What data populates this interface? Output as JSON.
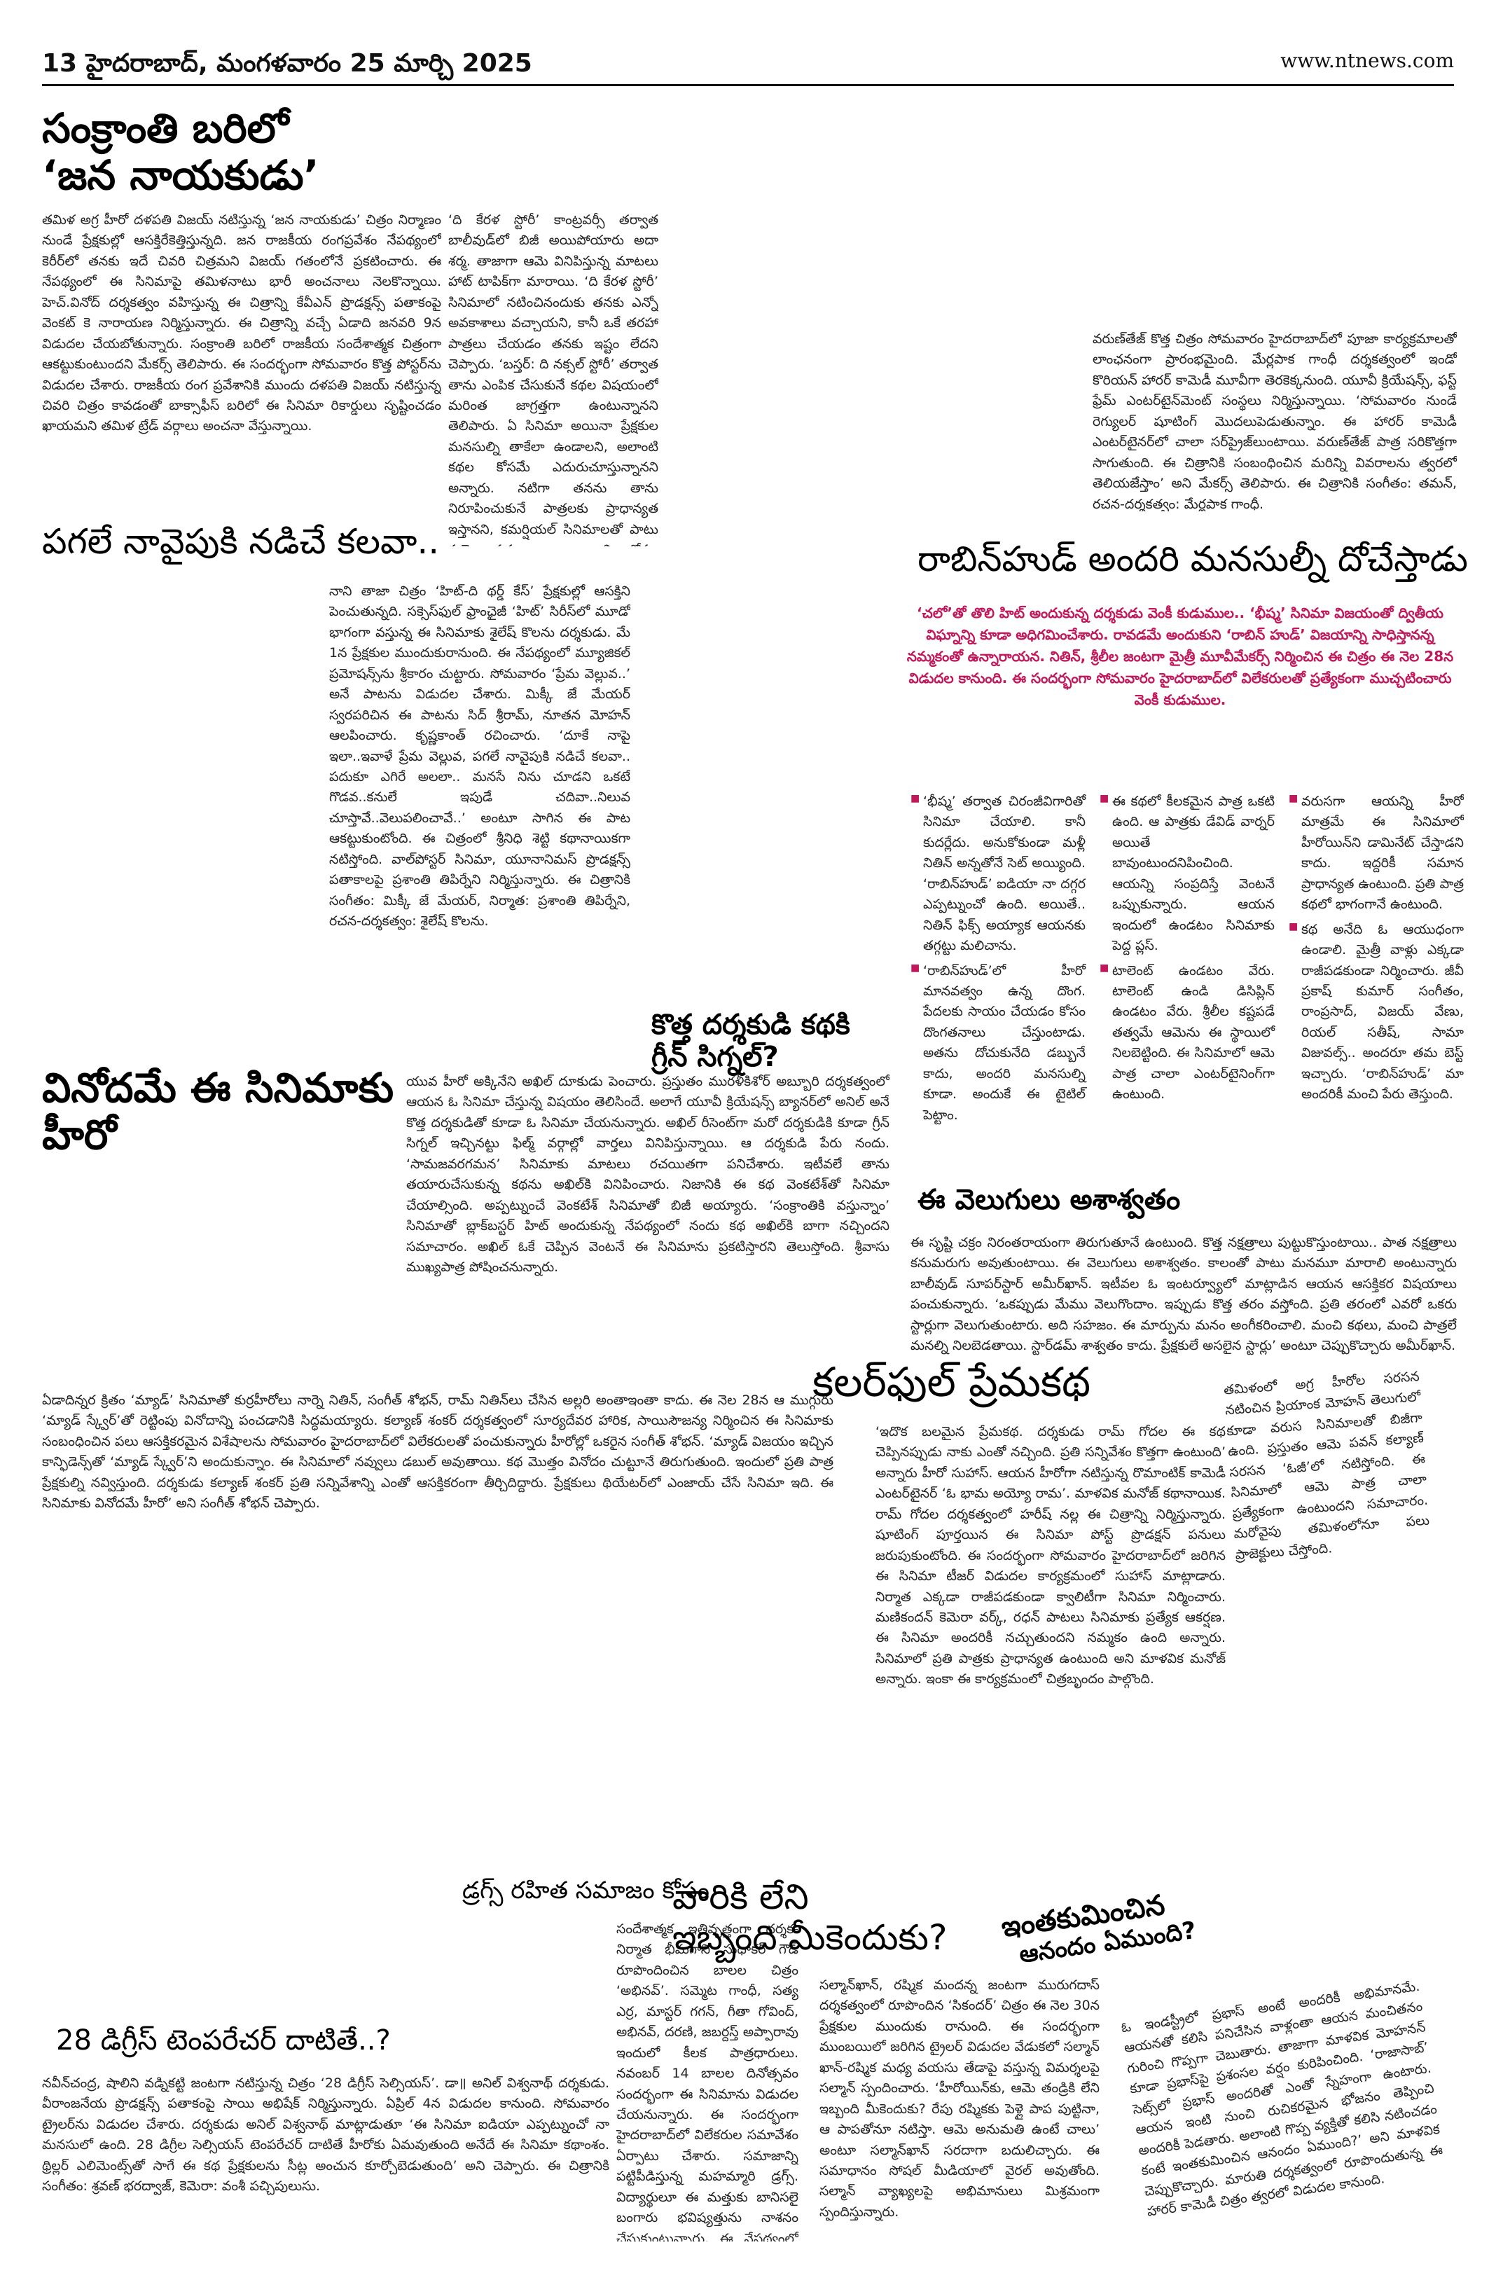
{
  "header": {
    "page_info": "13  హైదరాబాద్, మంగళవారం 25 మార్చి 2025",
    "website": "www.ntnews.com"
  },
  "articles": {
    "sankranti": {
      "headline_line1": "సంక్రాంతి బరిలో",
      "headline_line2": "‘జన నాయకుడు’",
      "body": "తమిళ అగ్ర హీరో దళపతి విజయ్ నటిస్తున్న ‘జన నాయకుడు’ చిత్రం నిర్మాణం నుండే ప్రేక్షకుల్లో ఆసక్తిరేకెత్తిస్తున్నది. జన రాజకీయ రంగప్రవేశం నేపథ్యంలో కెరీర్‌లో తనకు ఇదే చివరి చిత్రమని విజయ్ గతంలోనే ప్రకటించారు. ఈ నేపథ్యంలో ఈ సినిమాపై తమిళనాటు భారీ అంచనాలు నెలకొన్నాయి. హెచ్.వినోద్ దర్శకత్వం వహిస్తున్న ఈ చిత్రాన్ని కేవీఎన్ ప్రొడక్షన్స్ పతాకంపై వెంకట్ కె నారాయణ నిర్మిస్తున్నారు. ఈ చిత్రాన్ని వచ్చే ఏడాది జనవరి 9న విడుదల చేయబోతున్నారు. సంక్రాంతి బరిలో రాజకీయ సందేశాత్మక చిత్రంగా ఆకట్టుకుంటుందని మేకర్స్ తెలిపారు. ఈ సందర్భంగా సోమవారం కొత్త పోస్టర్‌ను విడుదల చేశారు. రాజకీయ రంగ ప్రవేశానికి ముందు దళపతి విజయ్ నటిస్తున్న చివరి చిత్రం కావడంతో బాక్సాఫీస్ బరిలో ఈ సినిమా రికార్డులు సృష్టించడం ఖాయమని తమిళ ట్రేడ్ వర్గాలు అంచనా వేస్తున్నాయి."
    },
    "kerala_story": {
      "body": "‘ది కేరళ స్టోరీ’ కాంట్రవర్సీ తర్వాత బాలీవుడ్‌లో బిజీ అయిపోయారు అదా శర్మ. తాజాగా ఆమె వినిపిస్తున్న మాటలు హాట్ టాపిక్‌గా మారాయి. ‘ది కేరళ స్టోరీ’ సినిమాలో నటించినందుకు తనకు ఎన్నో అవకాశాలు వచ్చాయని, కానీ ఒకే తరహా పాత్రలు చేయడం తనకు ఇష్టం లేదని చెప్పారు. ‘బస్తర్: ది నక్సల్ స్టోరీ’ తర్వాత తాను ఎంపిక చేసుకునే కథల విషయంలో మరింత జాగ్రత్తగా ఉంటున్నానని తెలిపారు. ఏ సినిమా అయినా ప్రేక్షకుల మనసుల్ని తాకేలా ఉండాలని, అలాంటి కథల కోసమే ఎదురుచూస్తున్నానని అన్నారు. నటిగా తనను తాను నిరూపించుకునే పాత్రలకు ప్రాధాన్యత ఇస్తానని, కమర్షియల్ సినిమాలతో పాటు ప్రయోగాత్మక చిత్రాల్లోనూ నటించాలనుకుంటున్నానని ఆమె చెప్పారు. ఒక సినిమా హిట్ అయ్యిందని అదే తరహా పాత్రలు చేస్తూ పోతే ప్రేక్షకులకు బోర్ కొడుతుందని, కొత్తదనం కోసం ఎప్పుడూ ప్రయత్నిస్తూనే ఉంటానని స్పష్టం చేశారు."
    },
    "horror": {
      "body": "వరుణ్‌తేజ్ కొత్త చిత్రం సోమవారం హైదరాబాద్‌లో పూజా కార్యక్రమాలతో లాంఛనంగా ప్రారంభమైంది. మేర్లపాక గాంధీ దర్శకత్వంలో ఇండో కొరియన్ హారర్ కామెడీ మూవీగా తెరకెక్కనుంది. యూవీ క్రియేషన్స్, ఫస్ట్ ఫ్రేమ్ ఎంటర్‌టైన్‌మెంట్ సంస్థలు నిర్మిస్తున్నాయి. ‘సోమవారం నుండే రెగ్యులర్ షూటింగ్ మొదలుపెడుతున్నాం. ఈ హారర్ కామెడీ ఎంటర్‌టైనర్‌లో చాలా సర్‌ప్రైజ్‌లుంటాయి. వరుణ్‌తేజ్ పాత్ర సరికొత్తగా సాగుతుంది. ఈ చిత్రానికి సంబంధించిన మరిన్ని వివరాలను త్వరలో తెలియజేస్తాం’ అని మేకర్స్ తెలిపారు. ఈ చిత్రానికి సంగీతం: తమన్, రచన-దర్శకత్వం: మేర్లపాక గాంధీ."
    },
    "pagale": {
      "headline": "పగలే నావైపుకి నడిచే కలవా..",
      "body": "నాని తాజా చిత్రం ‘హిట్-ది థర్డ్ కేస్’ ప్రేక్షకుల్లో ఆసక్తిని పెంచుతున్నది. సక్సెస్‌ఫుల్ ఫ్రాంఛైజీ ‘హిట్’ సిరీస్‌లో మూడో భాగంగా వస్తున్న ఈ సినిమాకు శైలేష్ కొలను దర్శకుడు. మే 1న ప్రేక్షకుల ముందుకురానుంది. ఈ నేపథ్యంలో మ్యూజికల్ ప్రమోషన్స్‌ను శ్రీకారం చుట్టారు. సోమవారం ‘ప్రేమ వెల్లువ..’ అనే పాటను విడుదల చేశారు. మిక్కీ జే మేయర్ స్వరపరిచిన ఈ పాటను సిద్ శ్రీరామ్, నూతన మోహన్ ఆలపించారు. కృష్ణకాంత్ రచించారు. ‘దూకే నాపై ఇలా..ఇవాళే ప్రేమ వెల్లువ, పగలే నావైపుకి నడిచే కలవా.. పదుకూ ఎగిరే అలలా.. మనసే నిను చూడని ఒకటే గొడవ..కనులే ఇపుడే చదివా..నిలువ చూస్తావే..వెలుపలించావే..’ అంటూ సాగిన ఈ పాట ఆకట్టుకుంటోంది. ఈ చిత్రంలో శ్రీనిధి శెట్టి కథానాయికగా నటిస్తోంది. వాల్‌పోస్టర్ సినిమా, యూనానిమస్ ప్రొడక్షన్స్ పతాకాలపై ప్రశాంతి తిపిర్నేని నిర్మిస్తున్నారు. ఈ చిత్రానికి సంగీతం: మిక్కీ జే మేయర్, నిర్మాత: ప్రశాంతి తిపిర్నేని, రచన-దర్శకత్వం: శైలేష్ కొలను."
    },
    "robinhood": {
      "headline": "రాబిన్‌హుడ్ అందరి మనసుల్నీ దోచేస్తాడు",
      "intro": "‘చలో’తో తొలి హిట్ అందుకున్న దర్శకుడు వెంకీ కుడుముల.. ‘భీష్మ’ సినిమా విజయంతో ద్వితీయ విఘ్నాన్ని కూడా అధిగమించేశారు. రావడమే అందుకుని ‘రాబిన్ హుడ్’ విజయాన్ని సాధిస్తానన్న నమ్మకంతో ఉన్నారాయన. నితిన్, శ్రీలీల జంటగా మైత్రీ మూవీమేకర్స్ నిర్మించిన ఈ చిత్రం ఈ నెల 28న విడుదల కానుంది. ఈ సందర్భంగా సోమవారం హైదరాబాద్‌లో విలేకరులతో ప్రత్యేకంగా ముచ్చటించారు వెంకీ కుడుముల.",
      "points": [
        "‘భీష్మ’ తర్వాత చిరంజీవిగారితో సినిమా చేయాలి. కానీ కుదర్లేదు. అనుకోకుండా మళ్లీ నితిన్ అన్నతోనే సెట్ అయ్యింది. ‘రాబిన్‌హుడ్’ ఐడియా నా దగ్గర ఎప్పట్నుంచో ఉంది. అయితే.. నితిన్ ఫిక్స్ అయ్యాక ఆయనకు తగ్గట్టు మలిచాను.",
        "‘రాబిన్‌హుడ్’లో హీరో మానవత్వం ఉన్న దొంగ. పేదలకు సాయం చేయడం కోసం దొంగతనాలు చేస్తుంటాడు. అతను దోచుకునేది డబ్బునే కాదు, అందరి మనసుల్ని కూడా. అందుకే ఈ టైటిల్ పెట్టాం.",
        "ఈ కథలో కీలకమైన పాత్ర ఒకటి ఉంది. ఆ పాత్రకు డేవిడ్ వార్నర్ అయితే బావుంటుందనిపించింది. ఆయన్ని సంప్రదిస్తే వెంటనే ఒప్పుకున్నారు. ఆయన ఇందులో ఉండటం సినిమాకు పెద్ద ప్లస్.",
        "టాలెంట్ ఉండటం వేరు. టాలెంట్ ఉండి డిసిప్లిన్ ఉండటం వేరు. శ్రీలీల కష్టపడే తత్వమే ఆమెను ఈ స్థాయిలో నిలబెట్టింది. ఈ సినిమాలో ఆమె పాత్ర చాలా ఎంటర్‌టైనింగ్‌గా ఉంటుంది.",
        "వరుసగా ఆయన్ని హీరో మాత్రమే ఈ సినిమాలో హీరోయిన్‌ని డామినేట్ చేస్తాడని కాదు. ఇద్దరికీ సమాన ప్రాధాన్యత ఉంటుంది. ప్రతి పాత్ర కథలో భాగంగానే ఉంటుంది.",
        "కథ అనేది ఓ ఆయుధంగా ఉండాలి. మైత్రీ వాళ్లు ఎక్కడా రాజీపడకుండా నిర్మించారు. జీవీ ప్రకాష్ కుమార్ సంగీతం, రాంప్రసాద్, విజయ్ వేణు, రియల్ సతీష్, సామా విజువల్స్.. అందరూ తమ బెస్ట్ ఇచ్చారు. ‘రాబిన్‌హుడ్’ మా అందరికీ మంచి పేరు తెస్తుంది."
      ]
    },
    "kottha": {
      "headline_line1": "కొత్త దర్శకుడి కథకి",
      "headline_line2": "గ్రీన్ సిగ్నల్?",
      "body": "యువ హీరో అక్కినేని అఖిల్ దూకుడు పెంచారు. ప్రస్తుతం మురళీకిశోర్ అబ్బూరి దర్శకత్వంలో ఆయన ఓ సినిమా చేస్తున్న విషయం తెలిసిందే. అలాగే యూవీ క్రియేషన్స్ బ్యానర్‌లో అనిల్ అనే కొత్త దర్శకుడితో కూడా ఓ సినిమా చేయనున్నారు. అఖిల్ రీసెంట్‌గా మరో దర్శకుడికి కూడా గ్రీన్ సిగ్నల్ ఇచ్చినట్టు ఫిల్మ్ వర్గాల్లో వార్తలు వినిపిస్తున్నాయి. ఆ దర్శకుడి పేరు నందు. ‘సామజవరగమన’ సినిమాకు మాటలు రచయితగా పనిచేశారు. ఇటీవలే తాను తయారుచేసుకున్న కథను అఖిల్‌కి వినిపించారు. నిజానికి ఈ కథ వెంకటేశ్‌తో సినిమా చేయాల్సింది. అప్పట్నుంచే వెంకటేశ్ సినిమాతో బిజీ అయ్యారు. ‘సంక్రాంతికి వస్తున్నాం’ సినిమాతో బ్లాక్‌బస్టర్ హిట్ అందుకున్న నేపథ్యంలో నందు కథ అఖిల్‌కి బాగా నచ్చిందని సమాచారం. అఖిల్ ఓకే చెప్పిన వెంటనే ఈ సినిమాను ప్రకటిస్తారని తెలుస్తోంది. శ్రీవాసు ముఖ్యపాత్ర పోషించనున్నారు."
    },
    "vinodame": {
      "headline": "వినోదమే ఈ సినిమాకు హీరో",
      "body": "ఏడాదిన్నర క్రితం ‘మ్యాడ్’ సినిమాతో కుర్రహీరోలు నార్నె నితిన్, సంగీత్ శోభన్, రామ్ నితిన్‌లు చేసిన అల్లరి అంతాఇంతా కాదు. ఈ నెల 28న ఆ ముగ్గురు ‘మ్యాడ్ స్క్వేర్’తో రెట్టింపు వినోదాన్ని పంచడానికి సిద్ధమయ్యారు. కల్యాణ్ శంకర్ దర్శకత్వంలో సూర్యదేవర హారిక, సాయిసౌజన్య నిర్మించిన ఈ సినిమాకు సంబంధించిన పలు ఆసక్తికరమైన విశేషాలను సోమవారం హైదరాబాద్‌లో విలేకరులతో పంచుకున్నారు హీరోల్లో ఒకరైన సంగీత్ శోభన్. ‘మ్యాడ్ విజయం ఇచ్చిన కాన్ఫిడెన్స్‌తో ‘మ్యాడ్ స్క్వేర్’ని అందుకున్నాం. ఈ సినిమాలో నవ్వులు డబుల్ అవుతాయి. కథ మొత్తం వినోదం చుట్టూనే తిరుగుతుంది. ఇందులో ప్రతి పాత్ర ప్రేక్షకుల్ని నవ్విస్తుంది. దర్శకుడు కల్యాణ్ శంకర్ ప్రతి సన్నివేశాన్ని ఎంతో ఆసక్తికరంగా తీర్చిదిద్దారు. ప్రేక్షకులు థియేటర్‌లో ఎంజాయ్ చేసే సినిమా ఇది. ఈ సినిమాకు వినోదమే హీరో’ అని సంగీత్ శోభన్ చెప్పారు."
    },
    "velugulu": {
      "headline": "ఈ వెలుగులు అశాశ్వతం",
      "body": "ఈ సృష్టి చక్రం నిరంతరాయంగా తిరుగుతూనే ఉంటుంది. కొత్త నక్షత్రాలు పుట్టుకొస్తుంటాయి.. పాత నక్షత్రాలు కనుమరుగు అవుతుంటాయి. ఈ వెలుగులు అశాశ్వతం. కాలంతో పాటు మనమూ మారాలి అంటున్నారు బాలీవుడ్ సూపర్‌స్టార్ అమీర్‌ఖాన్. ఇటీవల ఓ ఇంటర్వ్యూలో మాట్లాడిన ఆయన ఆసక్తికర విషయాలు పంచుకున్నారు. ‘ఒకప్పుడు మేము వెలుగొందాం. ఇప్పుడు కొత్త తరం వస్తోంది. ప్రతి తరంలో ఎవరో ఒకరు స్టార్లుగా వెలుగుతుంటారు. అది సహజం. ఈ మార్పును మనం అంగీకరించాలి. మంచి కథలు, మంచి పాత్రలే మనల్ని నిలబెడతాయి. స్టార్‌డమ్ శాశ్వతం కాదు. ప్రేక్షకులే అసలైన స్టార్లు’ అంటూ చెప్పుకొచ్చారు అమీర్‌ఖాన్."
    },
    "colorful": {
      "headline": "కలర్‌ఫుల్ ప్రేమకథ",
      "body": "‘ఇదొక బలమైన ప్రేమకథ. దర్శకుడు రామ్ గోదల ఈ కథ చెప్పినప్పుడు నాకు ఎంతో నచ్చింది. ప్రతి సన్నివేశం కొత్తగా ఉంటుంది’ అన్నారు హీరో సుహాస్. ఆయన హీరోగా నటిస్తున్న రొమాంటిక్ కామెడీ ఎంటర్‌టైనర్ ‘ఓ భామ అయ్యో రామ’. మాళవిక మనోజ్ కథానాయిక. రామ్ గోదల దర్శకత్వంలో హరీష్ నల్ల ఈ చిత్రాన్ని నిర్మిస్తున్నారు. షూటింగ్ పూర్తయిన ఈ సినిమా పోస్ట్ ప్రొడక్షన్ పనులు జరుపుకుంటోంది. ఈ సందర్భంగా సోమవారం హైదరాబాద్‌లో జరిగిన ఈ సినిమా టీజర్ విడుదల కార్యక్రమంలో సుహాస్ మాట్లాడారు. నిర్మాత ఎక్కడా రాజీపడకుండా క్వాలిటీగా సినిమా నిర్మించారు. మణికందన్ కెమెరా వర్క్, రధన్ పాటలు సినిమాకు ప్రత్యేక ఆకర్షణ. ఈ సినిమా అందరికీ నచ్చుతుందని నమ్మకం ఉంది అన్నారు. సినిమాలో ప్రతి పాత్రకు ప్రాధాన్యత ఉంటుంది అని మాళవిక మనోజ్ అన్నారు. ఇంకా ఈ కార్యక్రమంలో చిత్రబృందం పాల్గొంది."
    },
    "rotated_side": {
      "body": "తమిళంలో అగ్ర హీరోల సరసన నటించిన ప్రియాంక మోహన్ తెలుగులో కూడా వరుస సినిమాలతో బిజీగా ఉంది. ప్రస్తుతం ఆమె పవన్ కల్యాణ్ సరసన ‘ఓజీ’లో నటిస్తోంది. ఈ సినిమాలో ఆమె పాత్ర చాలా ప్రత్యేకంగా ఉంటుందని సమాచారం. మరోవైపు తమిళంలోనూ పలు ప్రాజెక్టులు చేస్తోంది."
    },
    "drugs": {
      "headline": "డ్రగ్స్ రహిత సమాజం కోసం",
      "body": "సందేశాత్మక ఇతివృత్తంగా దర్శక-నిర్మాత భీమగాని సుధాకర్ గౌడ్ రూపొందించిన బాలల చిత్రం ‘అభినవ్’. సమ్మెట గాంధీ, సత్య ఎర్ర, మాస్టర్ గగన్, గీతా గోవింద్, అభినవ్, దరణి, జబర్దస్త్ అప్పారావు ఇందులో కీలక పాత్రధారులు. నవంబర్ 14 బాలల దినోత్సవం సందర్భంగా ఈ సినిమాను విడుదల చేయనున్నారు. ఈ సందర్భంగా హైదరాబాద్‌లో విలేకరుల సమావేశం ఏర్పాటు చేశారు. సమాజాన్ని పట్టిపీడిస్తున్న మహమ్మారి డ్రగ్స్. విద్యార్థులూ ఈ మత్తుకు బానిసలై బంగారు భవిష్యత్తును నాశనం చేసుకుంటున్నారు. ఈ నేపథ్యంలో డ్రగ్స్ రహిత సమాజం కోసం ఈ సినిమాను తెరకెక్కించాం అని దర్శక-నిర్మాత సుధాకర్ గౌడ్ తెలిపారు. ఈ చిత్రానికి సంగీతం: శ్రీకాంత్, ఎడిటింగ్: శ్రీనివాస్, కెమెరా: రమేష్."
    },
    "vaariki": {
      "headline_line1": "వారికి లేని",
      "headline_line2": "ఇబ్బంది మీకెందుకు?",
      "body": "సల్మాన్‌ఖాన్, రష్మిక మందన్న జంటగా మురుగదాస్ దర్శకత్వంలో రూపొందిన ‘సికందర్’ చిత్రం ఈ నెల 30న ప్రేక్షకుల ముందుకు రానుంది. ఈ సందర్భంగా ముంబయిలో జరిగిన ట్రైలర్ విడుదల వేడుకలో సల్మాన్ ఖాన్-రష్మిక మధ్య వయసు తేడాపై వస్తున్న విమర్శలపై సల్మాన్ స్పందించారు. ‘హీరోయిన్‌కు, ఆమె తండ్రికి లేని ఇబ్బంది మీకెందుకు? రేపు రష్మికకు పెళ్లై పాప పుట్టినా, ఆ పాపతోనూ నటిస్తా. ఆమె అనుమతి ఉంటే చాలు’ అంటూ సల్మాన్‌ఖాన్ సరదాగా బదులిచ్చారు. ఈ సమాధానం సోషల్ మీడియాలో వైరల్ అవుతోంది. సల్మాన్ వ్యాఖ్యలపై అభిమానులు మిశ్రమంగా స్పందిస్తున్నారు."
    },
    "inthakuminchina": {
      "headline_line1": "ఇంతకుమించిన",
      "headline_line2": "ఆనందం ఏముంది?",
      "body": "ఓ ఇండస్ట్రీలో ప్రభాస్ అంటే అందరికీ అభిమానమే. ఆయనతో కలిసి పనిచేసిన వాళ్లంతా ఆయన మంచితనం గురించి గొప్పగా చెబుతారు. తాజాగా మాళవిక మోహనన్ కూడా ప్రభాస్‌పై ప్రశంసల వర్షం కురిపించింది. ‘రాజాసాబ్’ సెట్స్‌లో ప్రభాస్ అందరితో ఎంతో స్నేహంగా ఉంటారు. ఆయన ఇంటి నుంచి రుచికరమైన భోజనం తెప్పించి అందరికీ పెడతారు. అలాంటి గొప్ప వ్యక్తితో కలిసి నటించడం కంటే ఇంతకుమించిన ఆనందం ఏముంది?’ అని మాళవిక చెప్పుకొచ్చారు. మారుతి దర్శకత్వంలో రూపొందుతున్న ఈ హారర్ కామెడీ చిత్రం త్వరలో విడుదల కానుంది."
    },
    "degrees28": {
      "headline": "28 డిగ్రీస్ టెంపరేచర్ దాటితే..?",
      "body": "నవీన్‌చంద్ర, షాలిని వడ్నికట్టి జంటగా నటిస్తున్న చిత్రం ‘28 డిగ్రీస్ సెల్సియస్’. డా॥ అనిల్ విశ్వనాథ్ దర్శకుడు. వీరాంజనేయ ప్రొడక్షన్స్ పతాకంపై సాయి అభిషేక్ నిర్మిస్తున్నారు. ఏప్రిల్ 4న విడుదల కానుంది. సోమవారం ట్రైలర్‌ను విడుదల చేశారు. దర్శకుడు అనిల్ విశ్వనాథ్ మాట్లాడుతూ ‘ఈ సినిమా ఐడియా ఎప్పట్నుంచో నా మనసులో ఉంది. 28 డిగ్రీల సెల్సియస్ టెంపరేచర్ దాటితే హీరోకు ఏమవుతుంది అనేదే ఈ సినిమా కథాంశం. థ్రిల్లర్ ఎలిమెంట్స్‌తో సాగే ఈ కథ ప్రేక్షకులను సీట్ల అంచున కూర్చోబెడుతుంది’ అని చెప్పారు. ఈ చిత్రానికి సంగీతం: శ్రవణ్ భరద్వాజ్, కెమెరా: వంశీ పచ్చిపులుసు."
    }
  }
}
